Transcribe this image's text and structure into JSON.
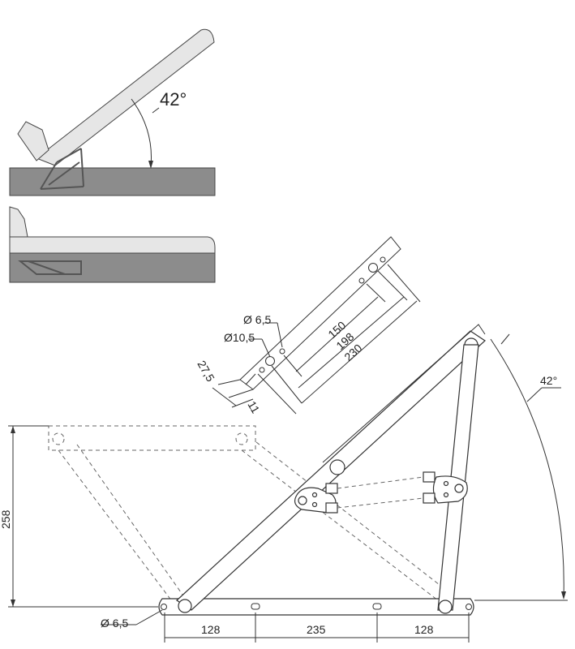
{
  "top_illustration": {
    "open_angle_label": "42°"
  },
  "detail": {
    "hole_small": "Ø 6,5",
    "hole_large": "Ø10,5",
    "dim_150": "150",
    "dim_198": "198",
    "dim_230": "230",
    "dim_27_5": "27,5",
    "dim_11": "11"
  },
  "main": {
    "angle_label": "42°",
    "height_label": "258",
    "pivot_hole_label": "Ø 6,5",
    "bottom_dims": [
      "128",
      "235",
      "128"
    ]
  },
  "colors": {
    "stroke": "#333333",
    "fill_light": "#e6e6e6",
    "fill_base": "#8c8c8c"
  }
}
